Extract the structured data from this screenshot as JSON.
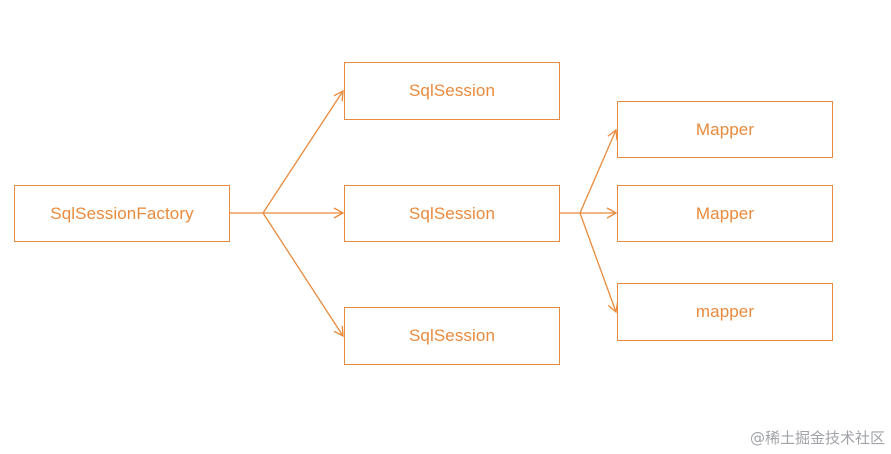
{
  "diagram": {
    "accent_color": "#E98A3C",
    "root": {
      "label": "SqlSessionFactory"
    },
    "sessions": [
      {
        "label": "SqlSession"
      },
      {
        "label": "SqlSession"
      },
      {
        "label": "SqlSession"
      }
    ],
    "mappers": [
      {
        "label": "Mapper"
      },
      {
        "label": "Mapper"
      },
      {
        "label": "mapper"
      }
    ],
    "edges": [
      {
        "from": "SqlSessionFactory",
        "to": "SqlSession 1"
      },
      {
        "from": "SqlSessionFactory",
        "to": "SqlSession 2"
      },
      {
        "from": "SqlSessionFactory",
        "to": "SqlSession 3"
      },
      {
        "from": "SqlSession 2",
        "to": "Mapper 1"
      },
      {
        "from": "SqlSession 2",
        "to": "Mapper 2"
      },
      {
        "from": "SqlSession 2",
        "to": "mapper 3"
      }
    ]
  },
  "watermark": "@稀土掘金技术社区"
}
